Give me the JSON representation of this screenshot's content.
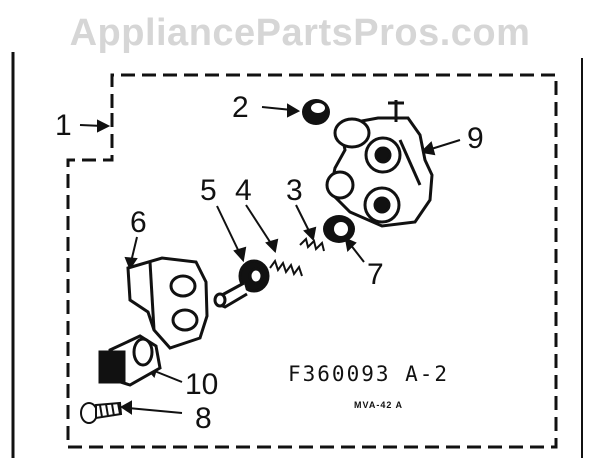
{
  "watermark": "AppliancePartsPros.com",
  "callouts": {
    "c1": "1",
    "c2": "2",
    "c3": "3",
    "c4": "4",
    "c5": "5",
    "c6": "6",
    "c7": "7",
    "c8": "8",
    "c9": "9",
    "c10": "10"
  },
  "drawing_code": "F360093 A-2",
  "drawing_subcode": "MVA-42 A",
  "colors": {
    "ink": "#111111",
    "watermark": "#d6d6d6",
    "paper": "#ffffff"
  }
}
